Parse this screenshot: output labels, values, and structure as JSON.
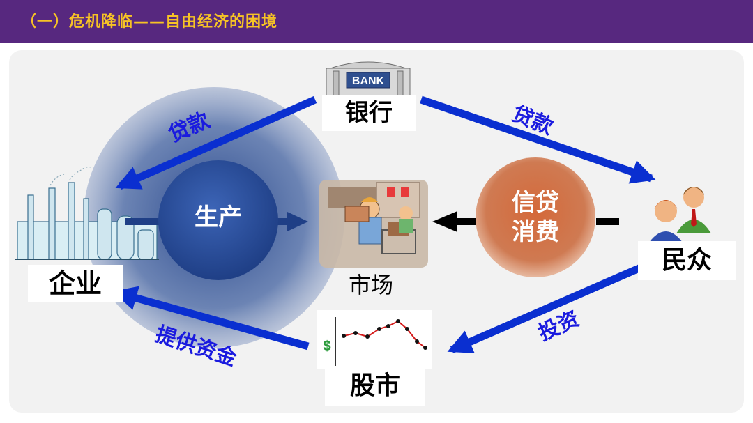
{
  "header": {
    "title": "（一）危机降临——自由经济的困境"
  },
  "nodes": {
    "bank": "银行",
    "bank_sign": "BANK",
    "enterprise": "企业",
    "people": "民众",
    "stock_market": "股市",
    "market": "市场",
    "stock_currency": "$"
  },
  "circles": {
    "production": "生产",
    "credit_line1": "信贷",
    "credit_line2": "消费"
  },
  "flows": {
    "loan_to_enterprise": "贷款",
    "loan_to_people": "贷款",
    "investment": "投资",
    "provide_funds": "提供资金"
  },
  "colors": {
    "header_bg": "#57287f",
    "header_text": "#f7c325",
    "flow_blue": "#0a2fd0",
    "flow_text": "#1a1adf",
    "production_circle": "#2d4f9b",
    "credit_circle": "#c8663a"
  }
}
